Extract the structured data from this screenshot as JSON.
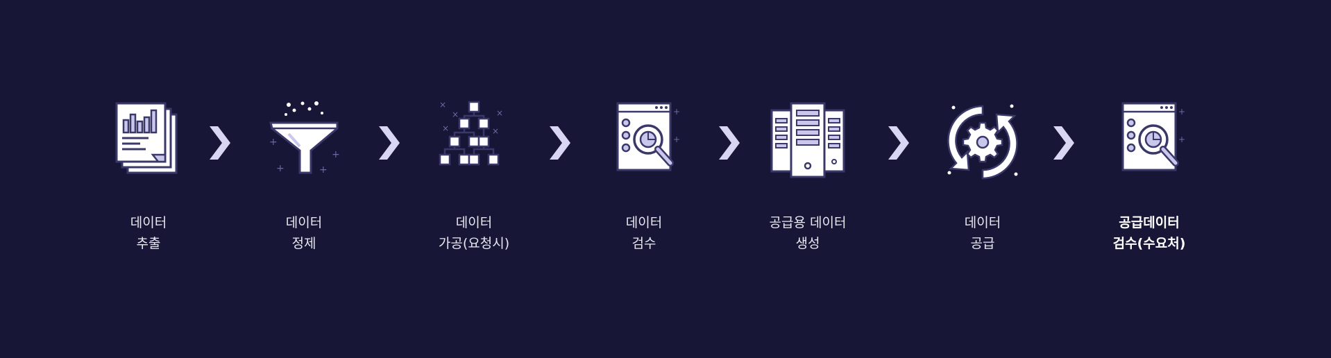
{
  "colors": {
    "background": "#171637",
    "icon_fill": "#ffffff",
    "icon_stroke": "#3a3868",
    "icon_accent": "#c9c7ec",
    "arrow": "#d8d6f2"
  },
  "steps": [
    {
      "icon": "report-documents-icon",
      "line1": "데이터",
      "line2": "추출"
    },
    {
      "icon": "funnel-filter-icon",
      "line1": "데이터",
      "line2": "정제"
    },
    {
      "icon": "data-tree-icon",
      "line1": "데이터",
      "line2": "가공(요청시)"
    },
    {
      "icon": "magnify-inspect-icon",
      "line1": "데이터",
      "line2": "검수"
    },
    {
      "icon": "server-icon",
      "line1": "공급용 데이터",
      "line2": "생성"
    },
    {
      "icon": "sync-gear-icon",
      "line1": "데이터",
      "line2": "공급"
    },
    {
      "icon": "magnify-inspect-icon",
      "line1": "공급데이터",
      "line2": "검수(수요처)"
    }
  ]
}
